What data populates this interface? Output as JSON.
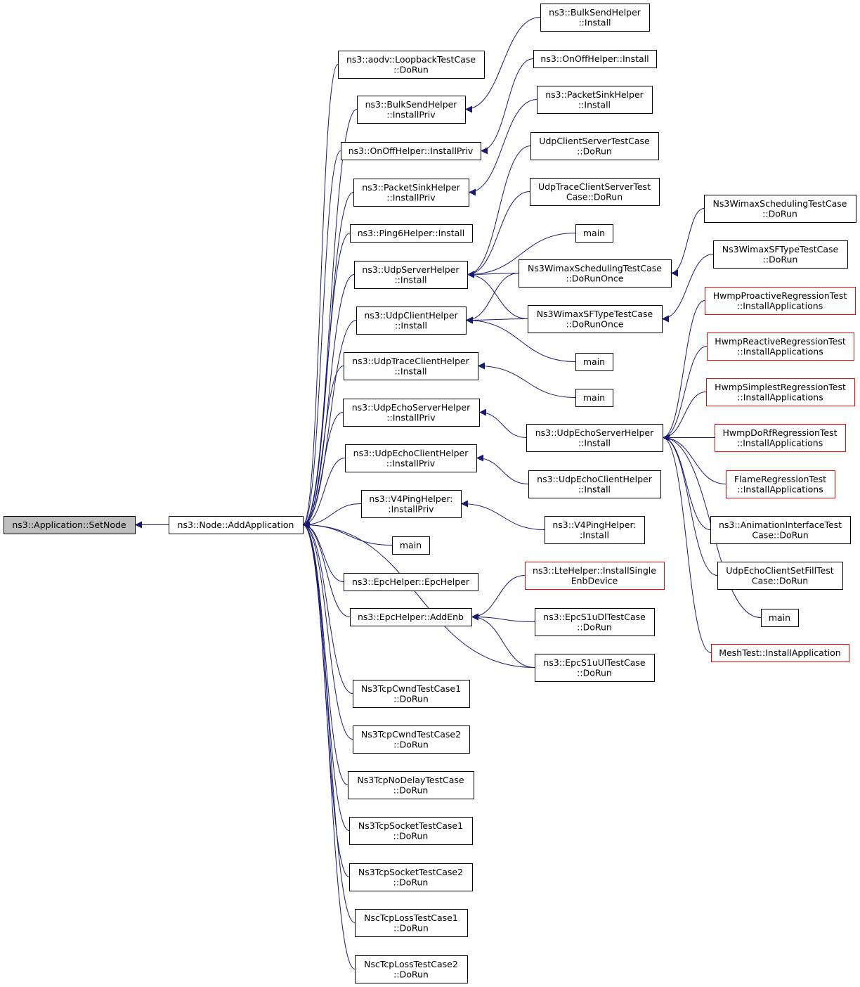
{
  "colors": {
    "edge": "#191970",
    "normal_border": "#000000",
    "truncated_border": "#ff0000",
    "root_fill": "#bfbfbf",
    "node_fill": "#ffffff"
  },
  "nodes": [
    {
      "id": "n0",
      "lines": [
        "ns3::Application::SetNode"
      ],
      "style": "root"
    },
    {
      "id": "n1",
      "lines": [
        "ns3::Node::AddApplication"
      ],
      "style": "normal"
    },
    {
      "id": "n2",
      "lines": [
        "ns3::aodv::LoopbackTestCase",
        "::DoRun"
      ],
      "style": "normal"
    },
    {
      "id": "n3",
      "lines": [
        "ns3::BulkSendHelper",
        "::InstallPriv"
      ],
      "style": "normal"
    },
    {
      "id": "n4",
      "lines": [
        "ns3::OnOffHelper::InstallPriv"
      ],
      "style": "normal"
    },
    {
      "id": "n5",
      "lines": [
        "ns3::PacketSinkHelper",
        "::InstallPriv"
      ],
      "style": "normal"
    },
    {
      "id": "n6",
      "lines": [
        "ns3::Ping6Helper::Install"
      ],
      "style": "normal"
    },
    {
      "id": "n7",
      "lines": [
        "ns3::UdpServerHelper",
        "::Install"
      ],
      "style": "normal"
    },
    {
      "id": "n8",
      "lines": [
        "ns3::UdpClientHelper",
        "::Install"
      ],
      "style": "normal"
    },
    {
      "id": "n9",
      "lines": [
        "ns3::UdpTraceClientHelper",
        "::Install"
      ],
      "style": "normal"
    },
    {
      "id": "n10",
      "lines": [
        "ns3::UdpEchoServerHelper",
        "::InstallPriv"
      ],
      "style": "normal"
    },
    {
      "id": "n11",
      "lines": [
        "ns3::UdpEchoClientHelper",
        "::InstallPriv"
      ],
      "style": "normal"
    },
    {
      "id": "n12",
      "lines": [
        "ns3::V4PingHelper:",
        ":InstallPriv"
      ],
      "style": "normal"
    },
    {
      "id": "n13",
      "lines": [
        "main"
      ],
      "style": "normal"
    },
    {
      "id": "n14",
      "lines": [
        "ns3::EpcHelper::EpcHelper"
      ],
      "style": "normal"
    },
    {
      "id": "n15",
      "lines": [
        "ns3::EpcHelper::AddEnb"
      ],
      "style": "normal"
    },
    {
      "id": "n16",
      "lines": [
        "Ns3TcpCwndTestCase1",
        "::DoRun"
      ],
      "style": "normal"
    },
    {
      "id": "n17",
      "lines": [
        "Ns3TcpCwndTestCase2",
        "::DoRun"
      ],
      "style": "normal"
    },
    {
      "id": "n18",
      "lines": [
        "Ns3TcpNoDelayTestCase",
        "::DoRun"
      ],
      "style": "normal"
    },
    {
      "id": "n19",
      "lines": [
        "Ns3TcpSocketTestCase1",
        "::DoRun"
      ],
      "style": "normal"
    },
    {
      "id": "n20",
      "lines": [
        "Ns3TcpSocketTestCase2",
        "::DoRun"
      ],
      "style": "normal"
    },
    {
      "id": "n21",
      "lines": [
        "NscTcpLossTestCase1",
        "::DoRun"
      ],
      "style": "normal"
    },
    {
      "id": "n22",
      "lines": [
        "NscTcpLossTestCase2",
        "::DoRun"
      ],
      "style": "normal"
    },
    {
      "id": "n23",
      "lines": [
        "ns3::BulkSendHelper",
        "::Install"
      ],
      "style": "normal"
    },
    {
      "id": "n24",
      "lines": [
        "ns3::OnOffHelper::Install"
      ],
      "style": "normal"
    },
    {
      "id": "n25",
      "lines": [
        "ns3::PacketSinkHelper",
        "::Install"
      ],
      "style": "normal"
    },
    {
      "id": "n26",
      "lines": [
        "UdpClientServerTestCase",
        "::DoRun"
      ],
      "style": "normal"
    },
    {
      "id": "n27",
      "lines": [
        "UdpTraceClientServerTest",
        "Case::DoRun"
      ],
      "style": "normal"
    },
    {
      "id": "n28",
      "lines": [
        "main"
      ],
      "style": "normal"
    },
    {
      "id": "n29",
      "lines": [
        "Ns3WimaxSchedulingTestCase",
        "::DoRunOnce"
      ],
      "style": "normal"
    },
    {
      "id": "n30",
      "lines": [
        "Ns3WimaxSFTypeTestCase",
        "::DoRunOnce"
      ],
      "style": "normal"
    },
    {
      "id": "n31",
      "lines": [
        "main"
      ],
      "style": "normal"
    },
    {
      "id": "n32",
      "lines": [
        "main"
      ],
      "style": "normal"
    },
    {
      "id": "n33",
      "lines": [
        "ns3::UdpEchoServerHelper",
        "::Install"
      ],
      "style": "normal"
    },
    {
      "id": "n34",
      "lines": [
        "ns3::UdpEchoClientHelper",
        "::Install"
      ],
      "style": "normal"
    },
    {
      "id": "n35",
      "lines": [
        "ns3::V4PingHelper:",
        ":Install"
      ],
      "style": "normal"
    },
    {
      "id": "n36",
      "lines": [
        "ns3::LteHelper::InstallSingle",
        "EnbDevice"
      ],
      "style": "truncated"
    },
    {
      "id": "n37",
      "lines": [
        "ns3::EpcS1uDlTestCase",
        "::DoRun"
      ],
      "style": "normal"
    },
    {
      "id": "n38",
      "lines": [
        "ns3::EpcS1uUlTestCase",
        "::DoRun"
      ],
      "style": "normal"
    },
    {
      "id": "n39",
      "lines": [
        "Ns3WimaxSchedulingTestCase",
        "::DoRun"
      ],
      "style": "normal"
    },
    {
      "id": "n40",
      "lines": [
        "Ns3WimaxSFTypeTestCase",
        "::DoRun"
      ],
      "style": "normal"
    },
    {
      "id": "n41",
      "lines": [
        "HwmpProactiveRegressionTest",
        "::InstallApplications"
      ],
      "style": "truncated"
    },
    {
      "id": "n42",
      "lines": [
        "HwmpReactiveRegressionTest",
        "::InstallApplications"
      ],
      "style": "truncated"
    },
    {
      "id": "n43",
      "lines": [
        "HwmpSimplestRegressionTest",
        "::InstallApplications"
      ],
      "style": "truncated"
    },
    {
      "id": "n44",
      "lines": [
        "HwmpDoRfRegressionTest",
        "::InstallApplications"
      ],
      "style": "truncated"
    },
    {
      "id": "n45",
      "lines": [
        "FlameRegressionTest",
        "::InstallApplications"
      ],
      "style": "truncated"
    },
    {
      "id": "n46",
      "lines": [
        "ns3::AnimationInterfaceTest",
        "Case::DoRun"
      ],
      "style": "normal"
    },
    {
      "id": "n47",
      "lines": [
        "UdpEchoClientSetFillTest",
        "Case::DoRun"
      ],
      "style": "normal"
    },
    {
      "id": "n48",
      "lines": [
        "main"
      ],
      "style": "normal"
    },
    {
      "id": "n49",
      "lines": [
        "MeshTest::InstallApplication"
      ],
      "style": "truncated"
    }
  ],
  "edges": [
    [
      "n1",
      "n0"
    ],
    [
      "n2",
      "n1"
    ],
    [
      "n3",
      "n1"
    ],
    [
      "n4",
      "n1"
    ],
    [
      "n5",
      "n1"
    ],
    [
      "n6",
      "n1"
    ],
    [
      "n7",
      "n1"
    ],
    [
      "n8",
      "n1"
    ],
    [
      "n9",
      "n1"
    ],
    [
      "n10",
      "n1"
    ],
    [
      "n11",
      "n1"
    ],
    [
      "n12",
      "n1"
    ],
    [
      "n13",
      "n1"
    ],
    [
      "n14",
      "n1"
    ],
    [
      "n15",
      "n1"
    ],
    [
      "n16",
      "n1"
    ],
    [
      "n17",
      "n1"
    ],
    [
      "n18",
      "n1"
    ],
    [
      "n19",
      "n1"
    ],
    [
      "n20",
      "n1"
    ],
    [
      "n21",
      "n1"
    ],
    [
      "n22",
      "n1"
    ],
    [
      "n38",
      "n1"
    ],
    [
      "n23",
      "n3"
    ],
    [
      "n24",
      "n4"
    ],
    [
      "n25",
      "n5"
    ],
    [
      "n26",
      "n7"
    ],
    [
      "n27",
      "n7"
    ],
    [
      "n28",
      "n7"
    ],
    [
      "n29",
      "n7"
    ],
    [
      "n30",
      "n7"
    ],
    [
      "n29",
      "n8"
    ],
    [
      "n30",
      "n8"
    ],
    [
      "n31",
      "n8"
    ],
    [
      "n32",
      "n9"
    ],
    [
      "n33",
      "n10"
    ],
    [
      "n34",
      "n11"
    ],
    [
      "n35",
      "n12"
    ],
    [
      "n36",
      "n15"
    ],
    [
      "n37",
      "n15"
    ],
    [
      "n38",
      "n15"
    ],
    [
      "n39",
      "n29"
    ],
    [
      "n40",
      "n30"
    ],
    [
      "n41",
      "n33"
    ],
    [
      "n42",
      "n33"
    ],
    [
      "n43",
      "n33"
    ],
    [
      "n44",
      "n33"
    ],
    [
      "n45",
      "n33"
    ],
    [
      "n46",
      "n33"
    ],
    [
      "n47",
      "n33"
    ],
    [
      "n48",
      "n33"
    ],
    [
      "n49",
      "n33"
    ]
  ]
}
